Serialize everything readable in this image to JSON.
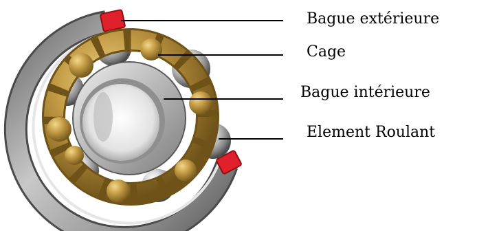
{
  "labels": {
    "outer_ring": "Bague extérieure",
    "cage": "Cage",
    "inner_ring": "Bague intérieure",
    "rolling_element": "Element Roulant"
  },
  "colors": {
    "ring_steel": "#b8b8b8",
    "ball_steel": "#c8c8c8",
    "cage_brass": "#b08a3a",
    "seal_red": "#e0202a"
  }
}
